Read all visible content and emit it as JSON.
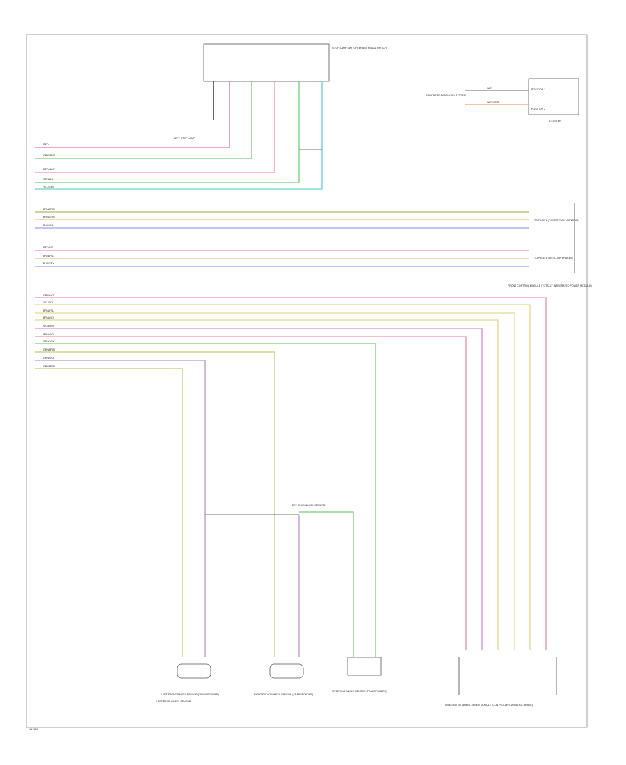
{
  "page_ref": "X41936",
  "components": {
    "stop_lamp_switch": "STOP LAMP SWITCH (BRAKE PEDAL SWITCH)",
    "cluster": "CLUSTER",
    "cluster_pin_1": "POSITION 1",
    "cluster_pin_2": "POSITION 2",
    "cluster_left_label": "COMPUTER DATA LINES SYSTEM",
    "left_rear_wheel_sensor": "LEFT REAR WHEEL SENSOR",
    "left_front_wheel_sensor": "LEFT FRONT WHEEL SENSOR (TRANSPONDER)",
    "right_front_wheel_sensor": "RIGHT FRONT WHEEL SENSOR (TRANSPONDER)",
    "steering_angle_sensor": "STEERING ANGLE SENSOR (TRANSPONDER)",
    "integrated_wheel_module": "INTEGRATED WHEEL SPEED MODULE (CONTROLLER ANTILOCK BRAKE)",
    "front_control_module": "FRONT CONTROL MODULE (TOTALLY INTEGRATED POWER MODULE)",
    "mid_block_a": "TO PAGE 1 (POWERTRAIN CONTROL)",
    "mid_block_b": "TO PAGE 1 (ANTILOCK BRAKES)"
  },
  "wires": {
    "w1": "RED",
    "w2": "GRN/WHT",
    "w3": "RED/WHT",
    "w4": "GRN/BLK",
    "w5": "YEL/GRN",
    "b1": "BRN/GRN",
    "b2": "BRN/ORG",
    "b3": "BLU/YEL",
    "c1": "RED/YEL",
    "c2": "BRN/YEL",
    "c3": "BLU/GRY",
    "d1": "GRN/VIO",
    "d2": "YEL/VIO",
    "d3": "BRN/YEL",
    "d4": "BRN/VIO",
    "d5": "VIO/BRN",
    "d6": "BRN/VIO",
    "d7": "GRN/YEL",
    "d8": "GRN/BRN",
    "d9": "GRN/VIO",
    "d10": "GRN/BRN"
  },
  "notes": {
    "cluster_wire_1": "WHT",
    "cluster_wire_2": "WHT/ORG",
    "splice_note": "LEFT REAR WHEEL SENSOR",
    "red_left": "LEFT STOP LAMP"
  },
  "colors": {
    "red": "#f08aa0",
    "green": "#8bd88b",
    "pink": "#f4a3b6",
    "teal": "#7fdcd0",
    "olive": "#b5c87a",
    "peach": "#f0c8a0",
    "blue": "#a8b4f0",
    "yellow": "#e8e0a0",
    "violet": "#e0a0e8",
    "ygreen": "#c8d888",
    "vio2": "#c8a8d8"
  }
}
